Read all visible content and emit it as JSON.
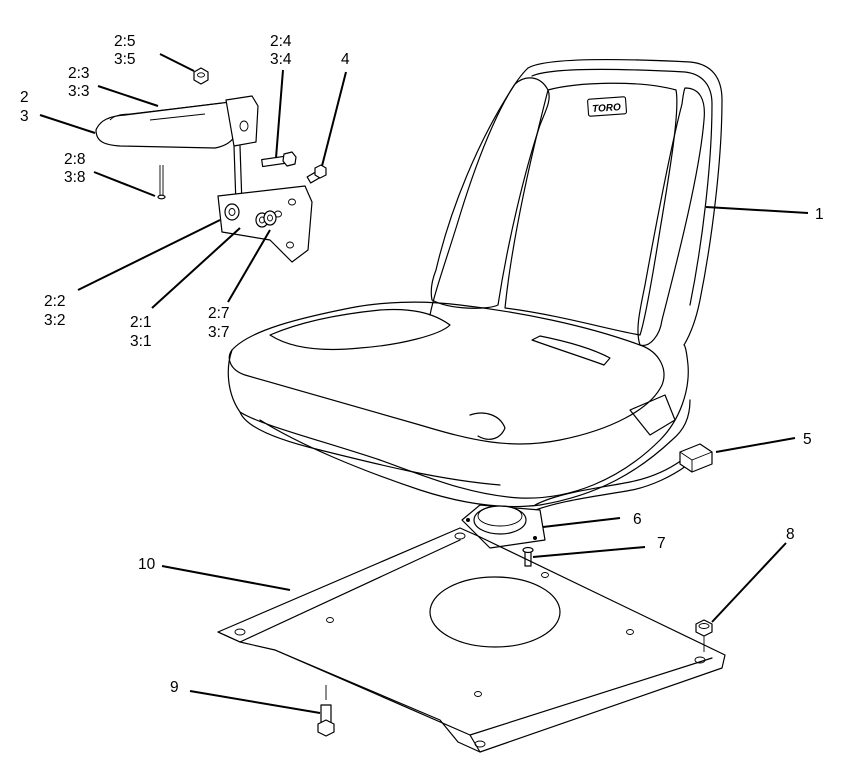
{
  "callouts": {
    "c1": "1",
    "c2_a": "2",
    "c2_b": "3",
    "c2_3_a": "2:3",
    "c2_3_b": "3:3",
    "c2_5_a": "2:5",
    "c2_5_b": "3:5",
    "c2_4_a": "2:4",
    "c2_4_b": "3:4",
    "c4": "4",
    "c2_8_a": "2:8",
    "c2_8_b": "3:8",
    "c2_2_a": "2:2",
    "c2_2_b": "3:2",
    "c2_1_a": "2:1",
    "c2_1_b": "3:1",
    "c2_7_a": "2:7",
    "c2_7_b": "3:7",
    "c5": "5",
    "c6": "6",
    "c7": "7",
    "c8": "8",
    "c9": "9",
    "c10": "10"
  },
  "seat_logo": "TORO"
}
